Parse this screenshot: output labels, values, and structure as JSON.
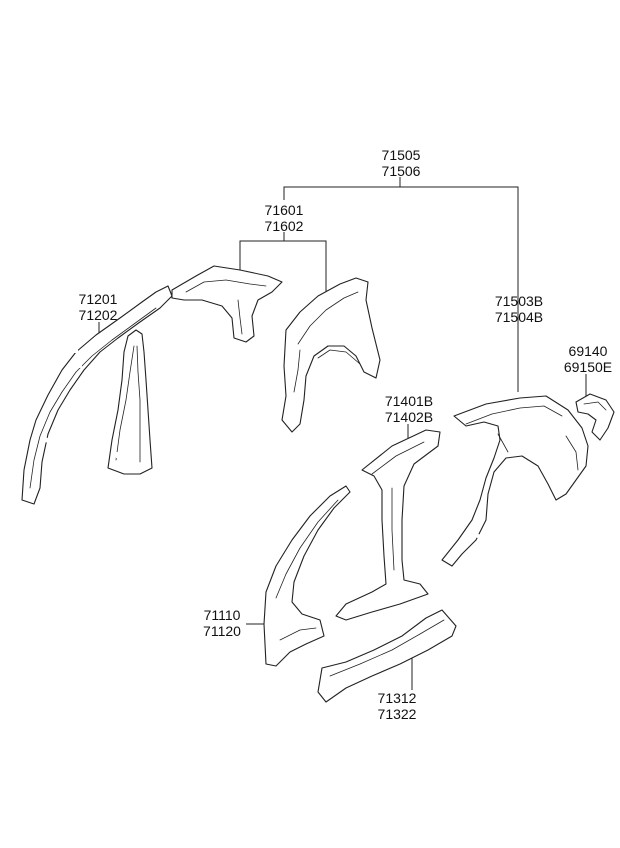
{
  "callouts": {
    "top_group": [
      "71505",
      "71506"
    ],
    "inner_wheel_group": [
      "71601",
      "71602"
    ],
    "inner_front_pillar": [
      "71201",
      "71202"
    ],
    "quarter_outer": [
      "71503B",
      "71504B"
    ],
    "rear_bracket": [
      "69140",
      "69150E"
    ],
    "center_pillar": [
      "71401B",
      "71402B"
    ],
    "front_pillar_outer": [
      "71110",
      "71120"
    ],
    "side_sill": [
      "71312",
      "71322"
    ]
  }
}
